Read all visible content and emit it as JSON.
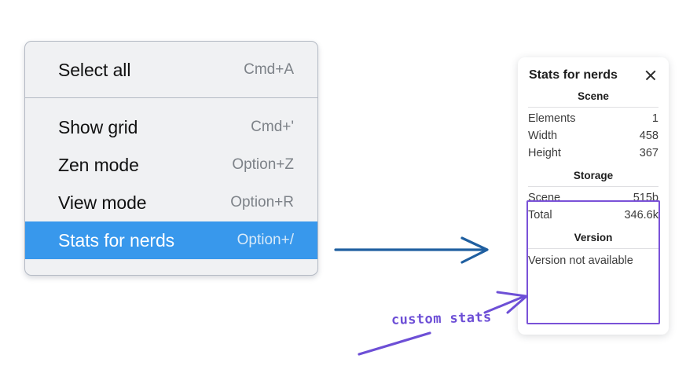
{
  "context_menu": {
    "sections": [
      {
        "items": [
          {
            "label": "Select all",
            "shortcut": "Cmd+A",
            "selected": false
          }
        ]
      },
      {
        "items": [
          {
            "label": "Show grid",
            "shortcut": "Cmd+'",
            "selected": false
          },
          {
            "label": "Zen mode",
            "shortcut": "Option+Z",
            "selected": false
          },
          {
            "label": "View mode",
            "shortcut": "Option+R",
            "selected": false
          },
          {
            "label": "Stats for nerds",
            "shortcut": "Option+/",
            "selected": true
          }
        ]
      }
    ]
  },
  "stats_panel": {
    "title": "Stats for nerds",
    "close_icon": "close-icon",
    "groups": [
      {
        "name": "Scene",
        "rows": [
          {
            "key": "Elements",
            "value": "1"
          },
          {
            "key": "Width",
            "value": "458"
          },
          {
            "key": "Height",
            "value": "367"
          }
        ]
      },
      {
        "name": "Storage",
        "rows": [
          {
            "key": "Scene",
            "value": "515b"
          },
          {
            "key": "Total",
            "value": "346.6k"
          }
        ]
      },
      {
        "name": "Version",
        "note": "Version not available"
      }
    ]
  },
  "annotations": {
    "handwriting_label": "custom stats",
    "flow_arrow_color": "#1f5fa0",
    "callout_color": "#6d4fd6",
    "highlight_box_color": "#7a52d8"
  }
}
